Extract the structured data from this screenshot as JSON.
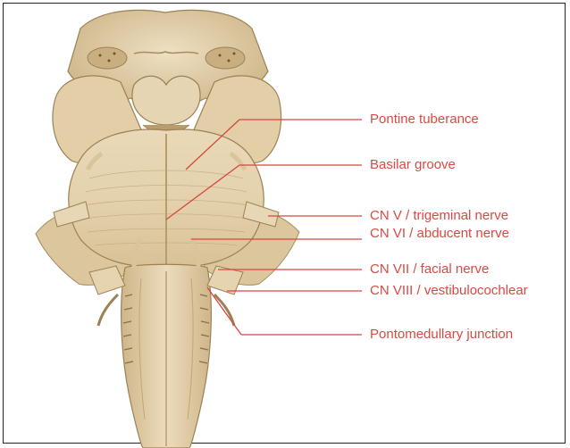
{
  "colors": {
    "label": "#d84a44",
    "leader": "#d8453f",
    "tissue_light": "#efe2c6",
    "tissue_mid": "#dfcba5",
    "tissue_dark": "#b99c6c",
    "outline": "#9c8155"
  },
  "labels": [
    {
      "id": "pontine-tuberance",
      "text": "Pontine tuberance"
    },
    {
      "id": "basilar-groove",
      "text": "Basilar groove"
    },
    {
      "id": "trigeminal-nerve",
      "text": "CN V / trigeminal nerve"
    },
    {
      "id": "abducent-nerve",
      "text": "CN VI / abducent nerve"
    },
    {
      "id": "facial-nerve",
      "text": "CN VII / facial nerve"
    },
    {
      "id": "vestibulocochlear-nerve",
      "text": "CN VIII / vestibulocochlear"
    },
    {
      "id": "pontomedullary-junction",
      "text": "Pontomedullary junction"
    }
  ]
}
